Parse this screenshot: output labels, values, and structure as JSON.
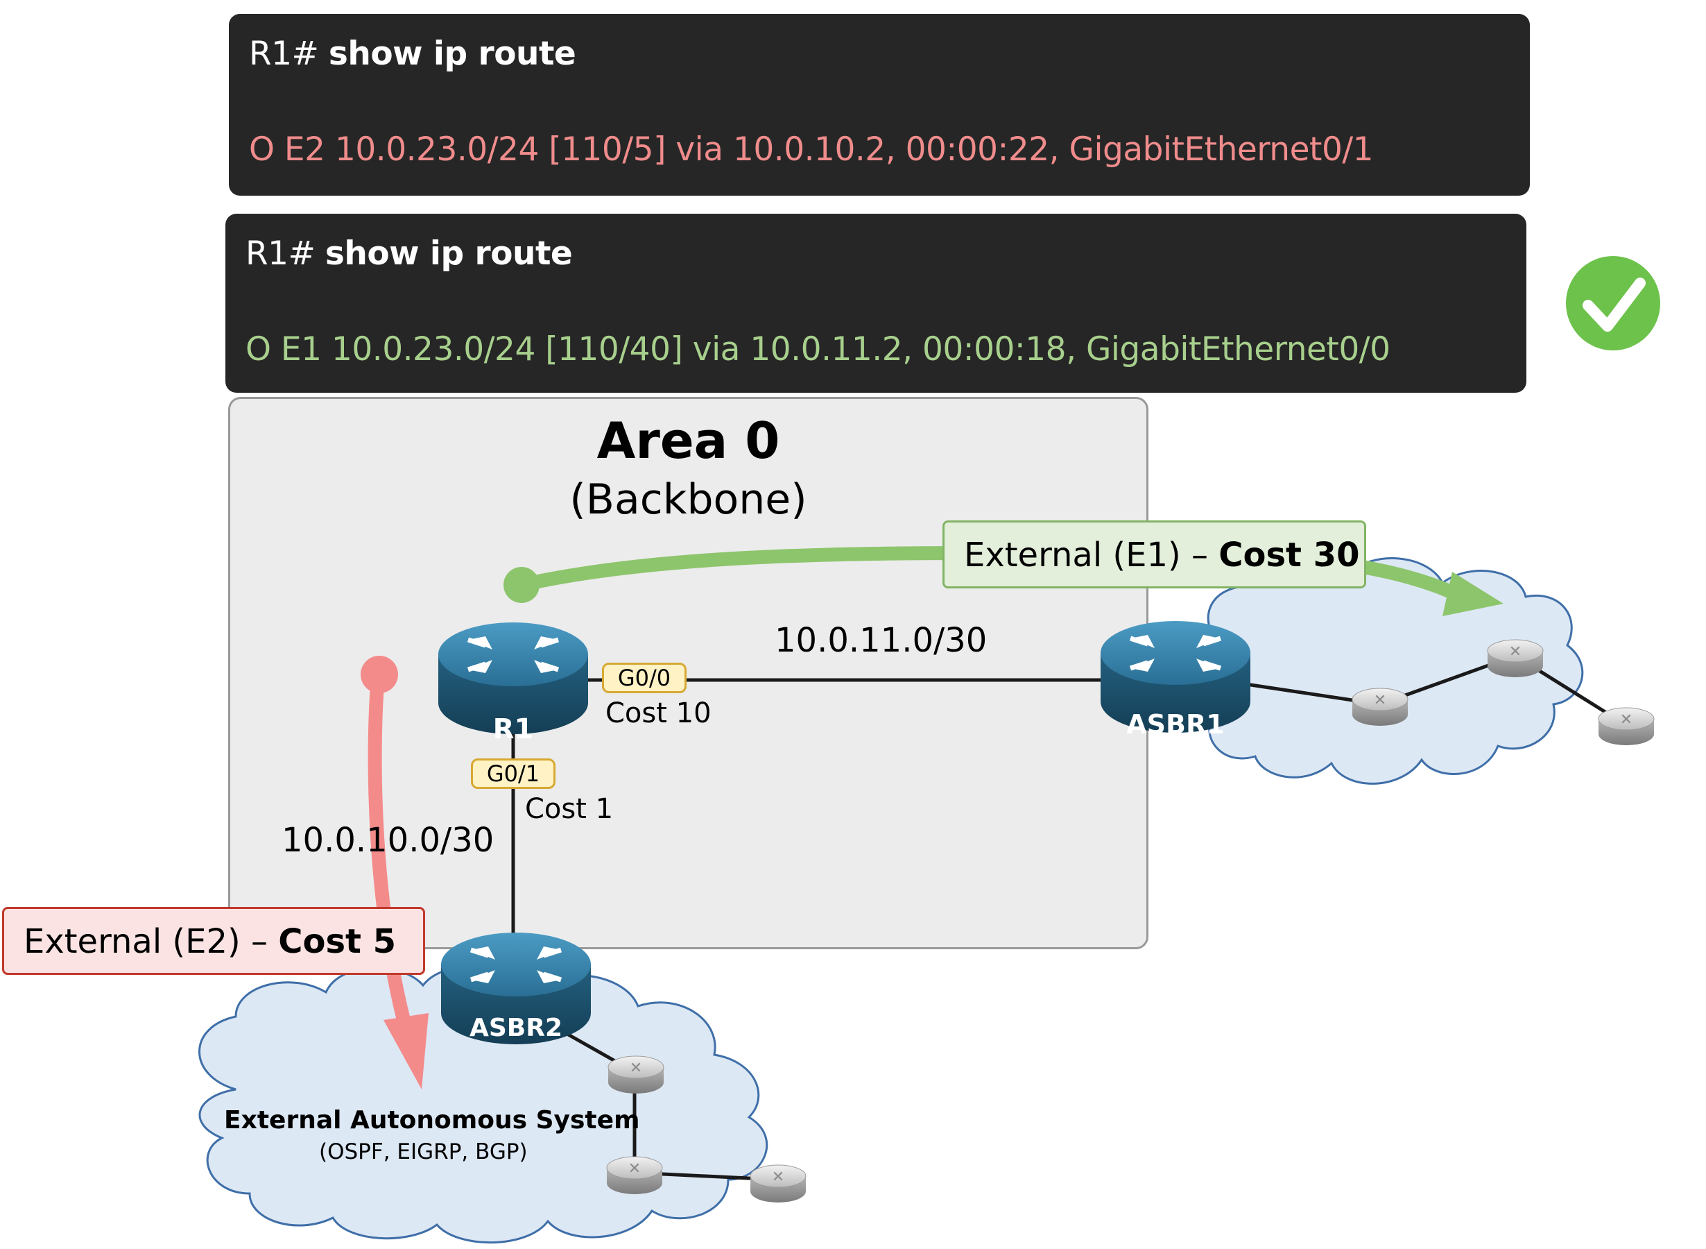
{
  "terminal_top": {
    "prompt": "R1#",
    "command": "show ip route",
    "route": "O E2  10.0.23.0/24 [110/5]  via 10.0.10.2, 00:00:22, GigabitEthernet0/1",
    "route_color": "#f08c8c"
  },
  "terminal_bottom": {
    "prompt": "R1#",
    "command": "show ip route",
    "route": "O E1  10.0.23.0/24 [110/40] via 10.0.11.2, 00:00:18, GigabitEthernet0/0",
    "route_color": "#a8d08d"
  },
  "check_icon": {
    "icon": "checkmark-icon",
    "color": "#6cc24a"
  },
  "area": {
    "title": "Area 0",
    "subtitle": "(Backbone)"
  },
  "routers": {
    "r1": "R1",
    "asbr1": "ASBR1",
    "asbr2": "ASBR2",
    "color": "#1e5c80"
  },
  "links": {
    "r1_asbr1_subnet": "10.0.11.0/30",
    "r1_asbr2_subnet": "10.0.10.0/30",
    "g00": "G0/0",
    "g00_cost": "Cost 10",
    "g01": "G0/1",
    "g01_cost": "Cost 1"
  },
  "callout_e1": {
    "prefix": "External (E1) – ",
    "cost": "Cost 30",
    "arrow_color": "#8dc56c"
  },
  "callout_e2": {
    "prefix": "External (E2) – ",
    "cost": "Cost 5",
    "arrow_color": "#f48b8b"
  },
  "external_as": {
    "title": "External Autonomous System",
    "protocols": "(OSPF, EIGRP, BGP)",
    "cloud_color": "#dde8f5"
  }
}
